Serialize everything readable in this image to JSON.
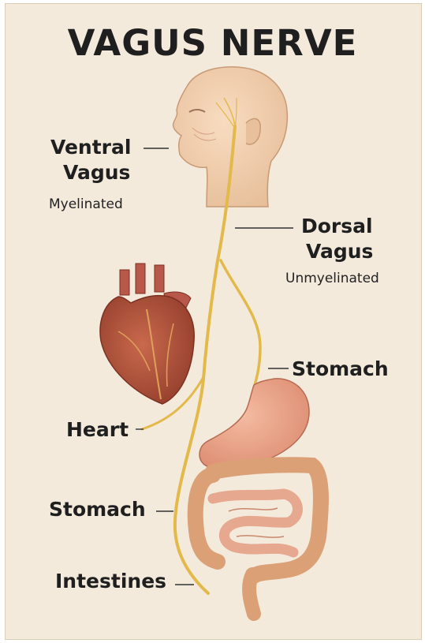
{
  "title": "VAGUS NERVE",
  "labels": {
    "ventral_line1": "Ventral",
    "ventral_line2": "Vagus",
    "ventral_note": "Myelinated",
    "dorsal_line1": "Dorsal",
    "dorsal_line2": "Vagus",
    "dorsal_note": "Unmyelinated",
    "stomach_right": "Stomach",
    "heart": "Heart",
    "stomach_left": "Stomach",
    "intestines": "Intestines"
  },
  "colors": {
    "background": "#f3eadc",
    "nerve": "#e2b94a",
    "skin": "#f1cfae",
    "heart": "#b5563f",
    "stomach": "#eaa58c",
    "intestine": "#e7ad8b",
    "text": "#1f1f1f"
  }
}
